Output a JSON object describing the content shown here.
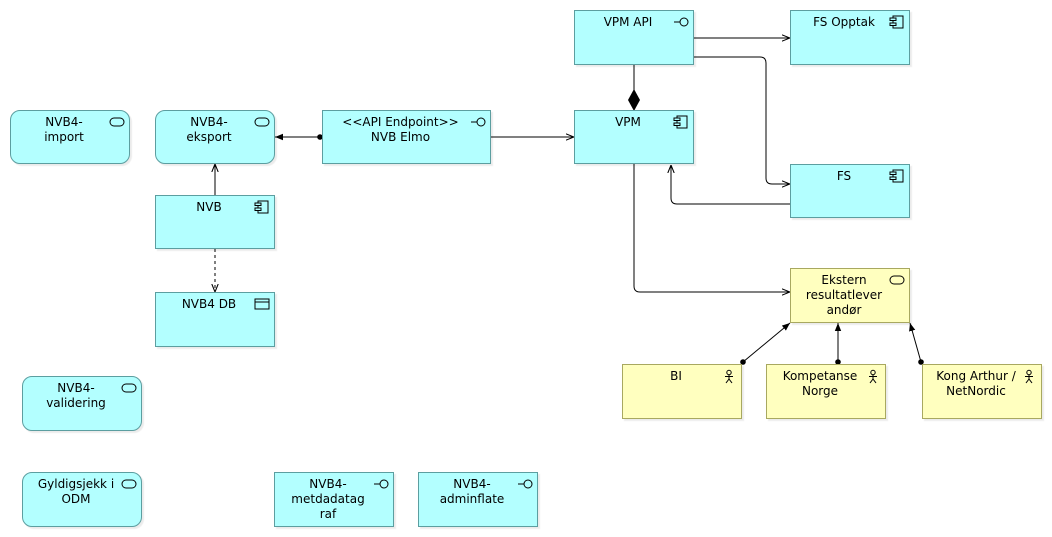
{
  "nodes": {
    "nvb4_import": {
      "label": "NVB4-\nimport",
      "icon": "service-icon",
      "color": "cyan"
    },
    "nvb4_eksport": {
      "label": "NVB4-\neksport",
      "icon": "service-icon",
      "color": "cyan"
    },
    "api_endpoint": {
      "label": "<<API Endpoint>>\nNVB Elmo",
      "icon": "interface-icon",
      "color": "cyan"
    },
    "vpm_api": {
      "label": "VPM API",
      "icon": "interface-icon",
      "color": "cyan"
    },
    "fs_opptak": {
      "label": "FS Opptak",
      "icon": "component-icon",
      "color": "cyan"
    },
    "vpm": {
      "label": "VPM",
      "icon": "component-icon",
      "color": "cyan"
    },
    "fs": {
      "label": "FS",
      "icon": "component-icon",
      "color": "cyan"
    },
    "nvb": {
      "label": "NVB",
      "icon": "component-icon",
      "color": "cyan"
    },
    "nvb4_db": {
      "label": "NVB4 DB",
      "icon": "data-object-icon",
      "color": "cyan"
    },
    "ekstern": {
      "label": "Ekstern\nresultatlever\nandør",
      "icon": "service-icon",
      "color": "yellow"
    },
    "bi": {
      "label": "BI",
      "icon": "actor-icon",
      "color": "yellow"
    },
    "kompetanse": {
      "label": "Kompetanse\nNorge",
      "icon": "actor-icon",
      "color": "yellow"
    },
    "kong_arthur": {
      "label": "Kong Arthur /\nNetNordic",
      "icon": "actor-icon",
      "color": "yellow"
    },
    "nvb4_validering": {
      "label": "NVB4-\nvalidering",
      "icon": "service-icon",
      "color": "cyan"
    },
    "gyldigsjekk": {
      "label": "Gyldigsjekk i\nODM",
      "icon": "service-icon",
      "color": "cyan"
    },
    "nvb4_metadatagraf": {
      "label": "NVB4-\nmetdadatag\nraf",
      "icon": "interface-icon",
      "color": "cyan"
    },
    "nvb4_adminflate": {
      "label": "NVB4-\nadminflate",
      "icon": "interface-icon",
      "color": "cyan"
    }
  },
  "edges": [
    {
      "from": "api_endpoint",
      "to": "nvb4_eksport",
      "type": "assignment"
    },
    {
      "from": "api_endpoint",
      "to": "vpm",
      "type": "flow"
    },
    {
      "from": "nvb",
      "to": "nvb4_eksport",
      "type": "flow"
    },
    {
      "from": "nvb",
      "to": "nvb4_db",
      "type": "access"
    },
    {
      "from": "vpm_api",
      "to": "vpm",
      "type": "composition"
    },
    {
      "from": "vpm_api",
      "to": "fs_opptak",
      "type": "flow"
    },
    {
      "from": "vpm_api",
      "to": "fs",
      "type": "flow"
    },
    {
      "from": "fs",
      "to": "vpm",
      "type": "flow"
    },
    {
      "from": "vpm",
      "to": "ekstern",
      "type": "flow"
    },
    {
      "from": "bi",
      "to": "ekstern",
      "type": "assignment"
    },
    {
      "from": "kompetanse",
      "to": "ekstern",
      "type": "assignment"
    },
    {
      "from": "kong_arthur",
      "to": "ekstern",
      "type": "assignment"
    }
  ],
  "colors": {
    "cyan_fill": "#b3ffff",
    "cyan_border": "#5c9ea0",
    "yellow_fill": "#ffffbf",
    "yellow_border": "#a8a860",
    "line": "#000000"
  }
}
